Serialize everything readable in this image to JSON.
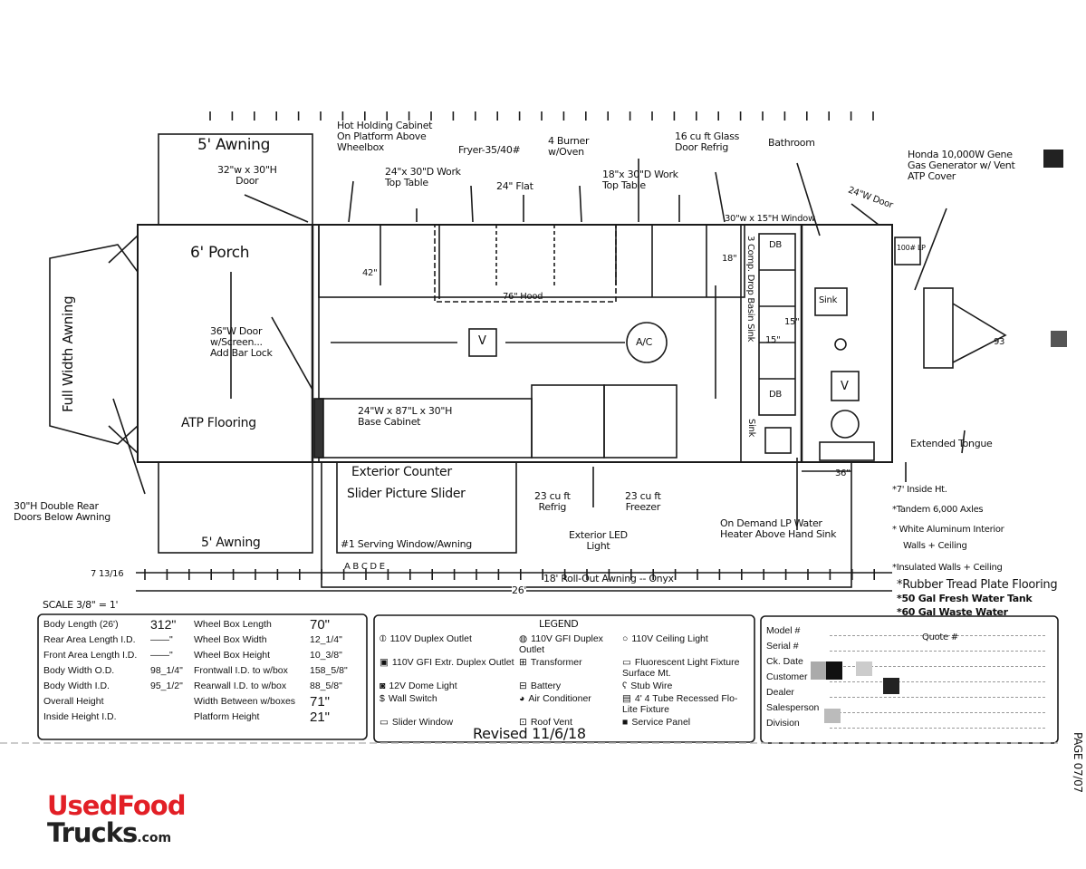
{
  "plan": {
    "labels": {
      "awning_top": "5' Awning",
      "door_top": "32\"w x 30\"H\nDoor",
      "hot_holding": "Hot Holding Cabinet\nOn Platform Above\nWheelbox",
      "work_table_1": "24\"x 30\"D Work\nTop Table",
      "fryer": "Fryer-35/40#",
      "flat": "24\" Flat",
      "burner": "4 Burner\nw/Oven",
      "work_table_2": "18\"x 30\"D Work\nTop Table",
      "glass_refrig": "16 cu ft Glass\nDoor Refrig",
      "bathroom": "Bathroom",
      "door_24": "24\"W Door",
      "window": "30\"w x 15\"H Window",
      "generator": "Honda 10,000W Gene\nGas Generator w/ Vent\nATP Cover",
      "porch": "6' Porch",
      "dim_42": "42\"",
      "hood": "76\" Hood",
      "dim_18": "18\"",
      "comp_sink": "3 Comp. Drop Basin Sink",
      "db1": "DB",
      "db2": "DB",
      "dim_15a": "15\"",
      "dim_15b": "15\"",
      "hand_sink": "Sink",
      "sink_small": "Sink",
      "door_36": "36\"W Door\nw/Screen...\nAdd Bar Lock",
      "vent_symbol": "V",
      "vent_symbol_2": "V",
      "ac_symbol": "A/C",
      "lp": "100# LP",
      "tongue_dim": "93",
      "atp_flooring": "ATP Flooring",
      "full_width_awning": "Full Width Awning",
      "base_cabinet": "24\"W x 87\"L x 30\"H\nBase Cabinet",
      "ext_counter": "Exterior Counter",
      "slider": "Slider  Picture  Slider",
      "serving_window": "#1 Serving Window/Awning",
      "refrig_23": "23 cu ft\nRefrig",
      "freezer_23": "23 cu ft\nFreezer",
      "exterior_light": "Exterior LED\nLight",
      "lp_heater": "On Demand LP Water\nHeater Above Hand Sink",
      "dim_36": "36\"",
      "extended_tongue": "Extended Tongue",
      "rear_doors": "30\"H Double Rear\nDoors Below Awning",
      "awning_bottom": "5' Awning",
      "dim_26": "26'",
      "rollout": "18' Roll-Out Awning -- Onyx",
      "dim_7": "7 13/16",
      "window_marks": "A  B C D E",
      "scale": "SCALE 3/8\" = 1'"
    },
    "notes": [
      "*7' Inside Ht.",
      "*Tandem 6,000 Axles",
      "* White Aluminum Interior",
      "Walls + Ceiling",
      "*Insulated Walls + Ceiling",
      "*Rubber Tread Plate Flooring",
      "*50 Gal Fresh Water Tank",
      "*60 Gal Waste Water"
    ]
  },
  "specs": {
    "left": [
      {
        "label": "Body Length (26')",
        "value": "312\""
      },
      {
        "label": "Rear Area Length I.D.",
        "value": "——\""
      },
      {
        "label": "Front Area Length I.D.",
        "value": "——\""
      },
      {
        "label": "Body Width O.D.",
        "value": "98_1/4\""
      },
      {
        "label": "Body Width I.D.",
        "value": "95_1/2\""
      },
      {
        "label": "Overall Height",
        "value": ""
      },
      {
        "label": "Inside Height I.D.",
        "value": ""
      }
    ],
    "right": [
      {
        "label": "Wheel Box Length",
        "value": "70\""
      },
      {
        "label": "Wheel Box Width",
        "value": "12_1/4\""
      },
      {
        "label": "Wheel Box Height",
        "value": "10_3/8\""
      },
      {
        "label": "Frontwall I.D. to w/box",
        "value": "158_5/8\""
      },
      {
        "label": "Rearwall I.D. to w/box",
        "value": "88_5/8\""
      },
      {
        "label": "Width Between w/boxes",
        "value": "71\""
      },
      {
        "label": "Platform Height",
        "value": "21\""
      }
    ]
  },
  "legend": {
    "title": "LEGEND",
    "items": [
      {
        "symbol": "⦶",
        "label": "110V Duplex Outlet"
      },
      {
        "symbol": "◍",
        "label": "110V GFI Duplex Outlet"
      },
      {
        "symbol": "○",
        "label": "110V Ceiling Light"
      },
      {
        "symbol": "▣",
        "label": "110V GFI Extr. Duplex Outlet"
      },
      {
        "symbol": "⊞",
        "label": "Transformer"
      },
      {
        "symbol": "▭",
        "label": "Fluorescent Light Fixture Surface Mt."
      },
      {
        "symbol": "◙",
        "label": "12V Dome Light"
      },
      {
        "symbol": "⊟",
        "label": "Battery"
      },
      {
        "symbol": "ʕ",
        "label": "Stub Wire"
      },
      {
        "symbol": "$",
        "label": "Wall Switch"
      },
      {
        "symbol": "◕",
        "label": "Air Conditioner"
      },
      {
        "symbol": "▤",
        "label": "4' 4 Tube Recessed Flo-Lite Fixture"
      },
      {
        "symbol": "▭",
        "label": "Slider Window"
      },
      {
        "symbol": "⊡",
        "label": "Roof Vent"
      },
      {
        "symbol": "■",
        "label": "Service Panel"
      }
    ],
    "revised": "Revised 11/6/18"
  },
  "order_info": {
    "fields": [
      "Model #",
      "Serial #",
      "Ck. Date",
      "Customer",
      "Dealer",
      "Salesperson",
      "Division"
    ],
    "quote": "Quote #"
  },
  "page": "PAGE 07/07",
  "watermark": "UsedFood Trucks.com",
  "logo": {
    "line1": "UsedFood",
    "line2": "Trucks",
    "suffix": ".com",
    "color": "#e21f26"
  }
}
